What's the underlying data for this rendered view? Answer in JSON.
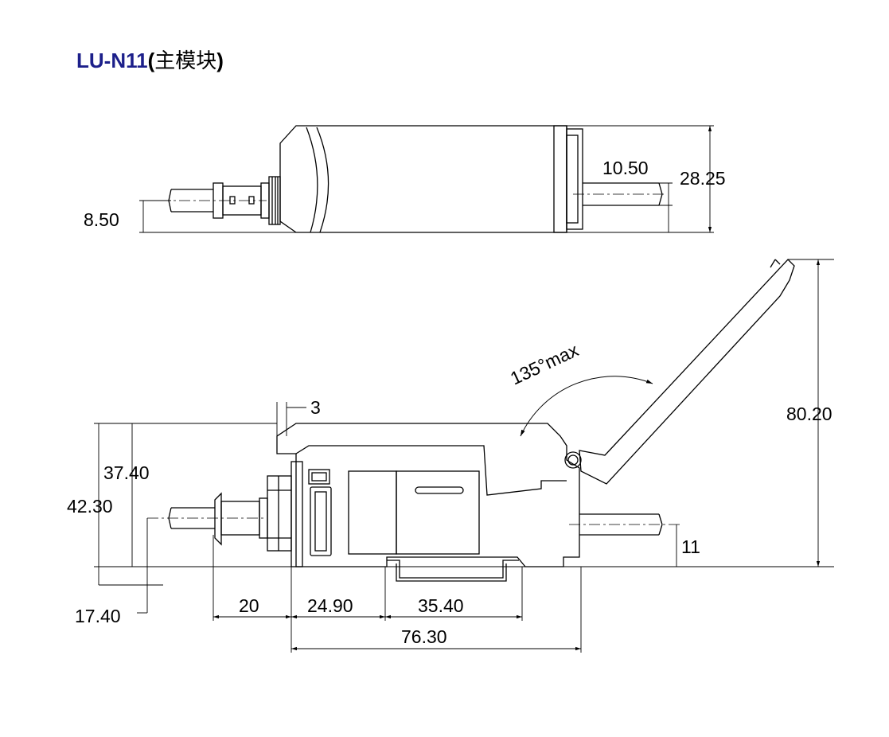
{
  "title": {
    "model": "LU-N11",
    "open_paren": "(",
    "subtitle": "主模块",
    "close_paren": ")"
  },
  "dimensions": {
    "top_cable_dia": "8.50",
    "top_width_inner": "10.50",
    "top_height": "28.25",
    "offset_3": "3",
    "angle": "135°max",
    "total_height_open": "80.20",
    "height_37": "37.40",
    "height_42": "42.30",
    "cable_height_17": "17.40",
    "cable_right_11": "11",
    "connector_20": "20",
    "len_24": "24.90",
    "len_35": "35.40",
    "total_len": "76.30"
  }
}
